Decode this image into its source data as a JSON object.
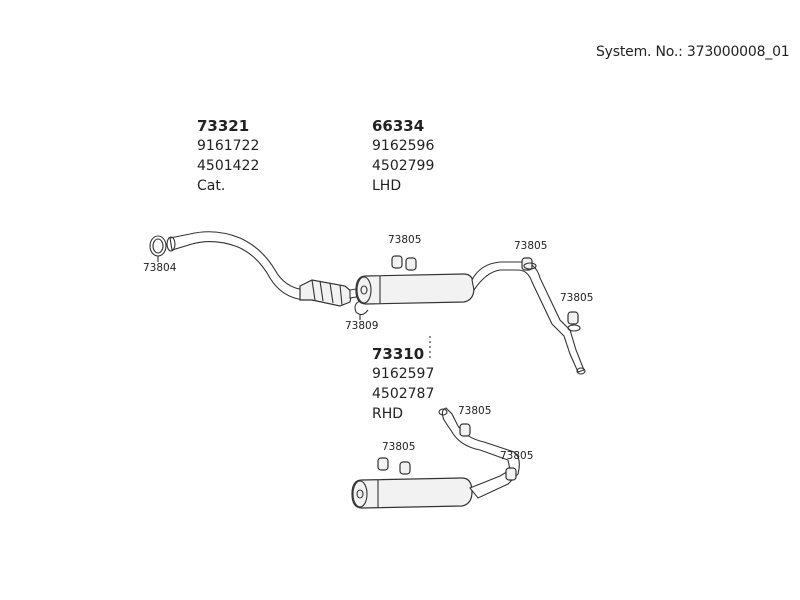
{
  "system_number": "System. No.: 373000008_01",
  "parts": {
    "cat": {
      "main": "73321",
      "ref1": "9161722",
      "ref2": "4501422",
      "note": "Cat."
    },
    "lhd": {
      "main": "66334",
      "ref1": "9162596",
      "ref2": "4502799",
      "note": "LHD"
    },
    "rhd": {
      "main": "73310",
      "ref1": "9162597",
      "ref2": "4502787",
      "note": "RHD"
    }
  },
  "callouts": {
    "gasket": "73804",
    "clamp_ring": "73809",
    "clamp_lhd_1": "73805",
    "clamp_lhd_2": "73805",
    "clamp_lhd_3": "73805",
    "clamp_rhd_1": "73805",
    "clamp_rhd_2": "73805",
    "clamp_rhd_3": "73805"
  }
}
